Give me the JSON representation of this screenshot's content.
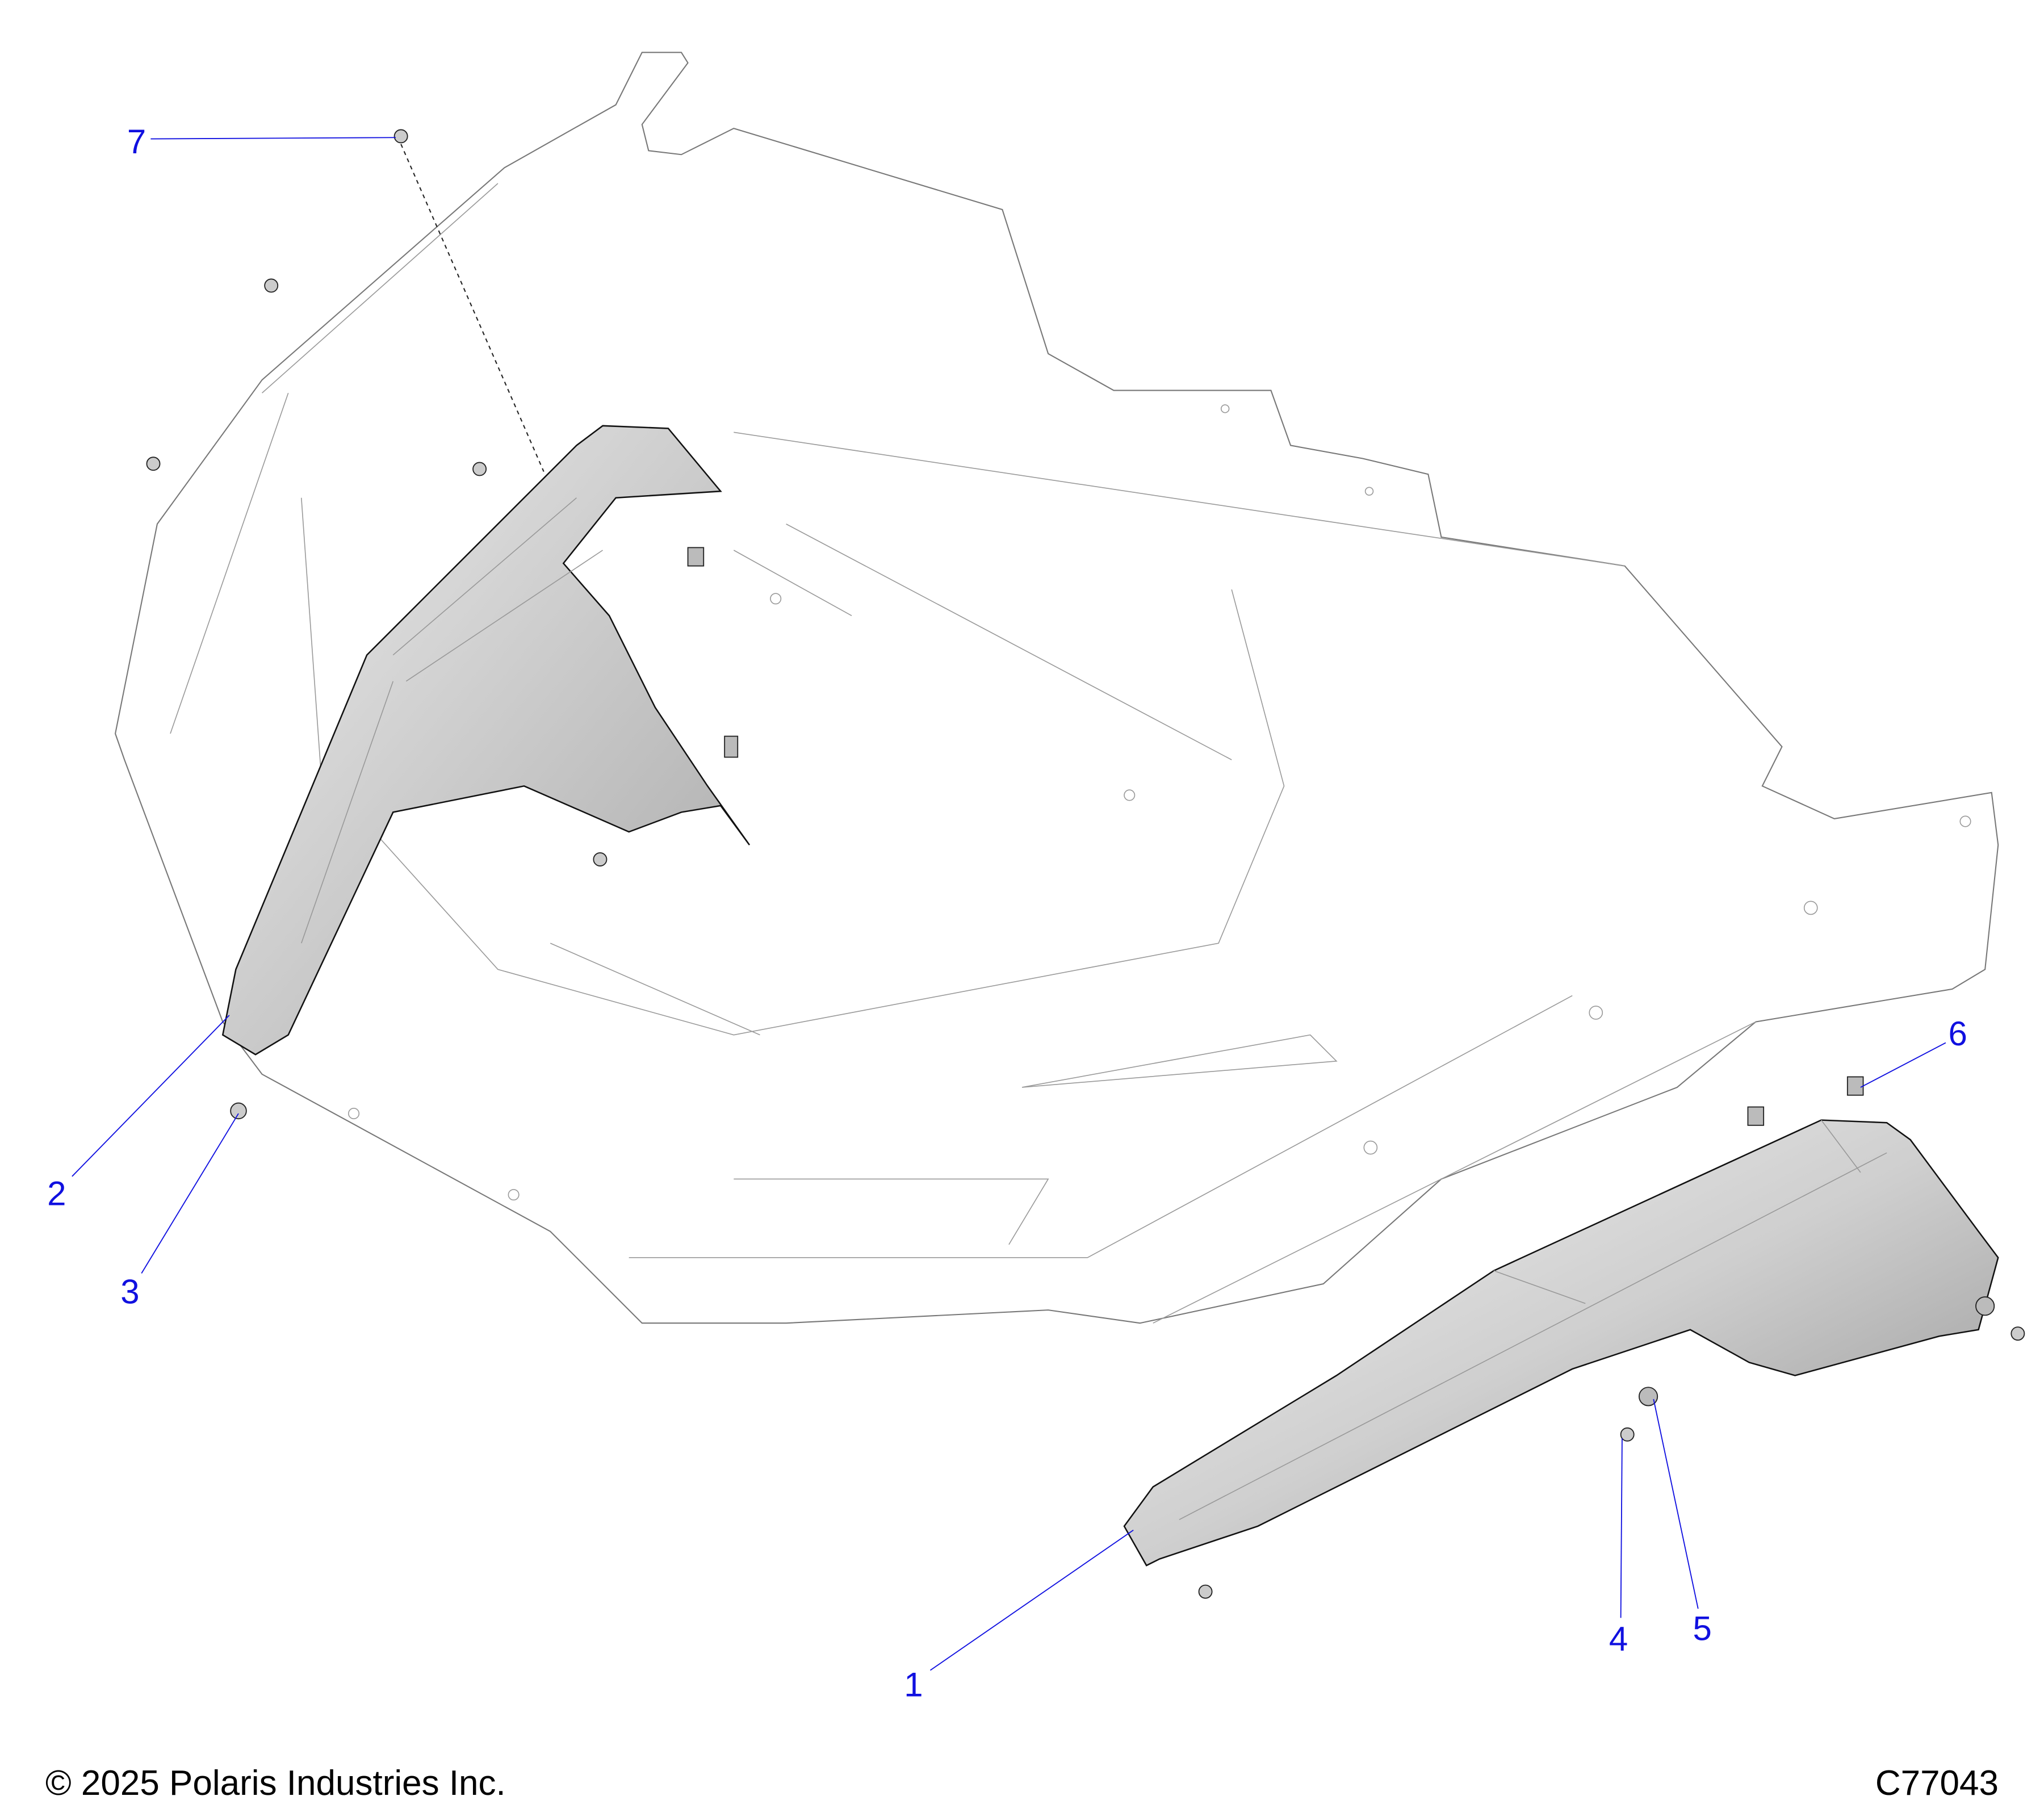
{
  "callouts": [
    "1",
    "2",
    "3",
    "4",
    "5",
    "6",
    "7"
  ],
  "footer": {
    "copyright": "© 2025 Polaris Industries Inc.",
    "drawing_number": "C77043"
  },
  "colors": {
    "callout": "#1010e0",
    "part_fill": "#c8c8c8",
    "outline": "#777777"
  }
}
